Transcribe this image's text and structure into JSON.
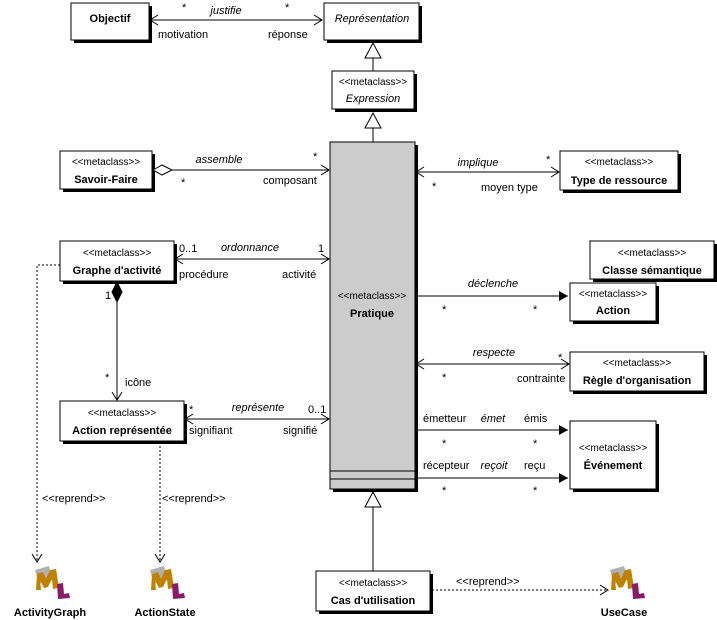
{
  "classes": {
    "objectif": {
      "name": "Objectif"
    },
    "representation": {
      "name": "Représentation"
    },
    "expression": {
      "stereotype": "<<metaclass>>",
      "name": "Expression"
    },
    "savoir_faire": {
      "stereotype": "<<metaclass>>",
      "name": "Savoir-Faire"
    },
    "pratique": {
      "stereotype": "<<metaclass>>",
      "name": "Pratique"
    },
    "type_ressource": {
      "stereotype": "<<metaclass>>",
      "name": "Type de ressource"
    },
    "graphe_activite": {
      "stereotype": "<<metaclass>>",
      "name": "Graphe d'activité"
    },
    "classe_semantique": {
      "stereotype": "<<metaclass>>",
      "name": "Classe sémantique"
    },
    "action": {
      "stereotype": "<<metaclass>>",
      "name": "Action"
    },
    "regle_organisation": {
      "stereotype": "<<metaclass>>",
      "name": "Règle d'organisation"
    },
    "action_representee": {
      "stereotype": "<<metaclass>>",
      "name": "Action représentée"
    },
    "evenement": {
      "stereotype": "<<metaclass>>",
      "name": "Événement"
    },
    "cas_utilisation": {
      "stereotype": "<<metaclass>>",
      "name": "Cas d'utilisation"
    }
  },
  "associations": {
    "justifie": {
      "name": "justifie",
      "mult_a": "*",
      "mult_b": "*",
      "role_a": "motivation",
      "role_b": "réponse"
    },
    "assemble": {
      "name": "assemble",
      "mult_a": "*",
      "mult_b": "*",
      "role_b": "composant"
    },
    "implique": {
      "name": "implique",
      "mult_a": "*",
      "mult_b": "*",
      "role_b": "moyen type"
    },
    "ordonnance": {
      "name": "ordonnance",
      "mult_a": "0..1",
      "mult_b": "1",
      "role_a": "procédure",
      "role_b": "activité"
    },
    "declenche": {
      "name": "déclenche",
      "mult_a": "*",
      "mult_b": "*"
    },
    "respecte": {
      "name": "respecte",
      "mult_a": "*",
      "mult_b": "*",
      "role_b": "contrainte"
    },
    "icone": {
      "mult_a": "1",
      "mult_b": "*",
      "role_b": "icône"
    },
    "represente": {
      "name": "représente",
      "mult_a": "*",
      "mult_b": "0..1",
      "role_a": "signifiant",
      "role_b": "signifié"
    },
    "emet": {
      "name": "émet",
      "role_a": "émetteur",
      "role_b": "émis",
      "mult_a": "*",
      "mult_b": "*"
    },
    "recoit": {
      "name": "reçoit",
      "role_a": "récepteur",
      "role_b": "reçu",
      "mult_a": "*",
      "mult_b": "*"
    }
  },
  "dependencies": {
    "reprend_label": "<<reprend>>"
  },
  "uml_elements": {
    "activity_graph": "ActivityGraph",
    "action_state": "ActionState",
    "use_case": "UseCase"
  },
  "icon_names": [
    "uml-logo-icon"
  ]
}
